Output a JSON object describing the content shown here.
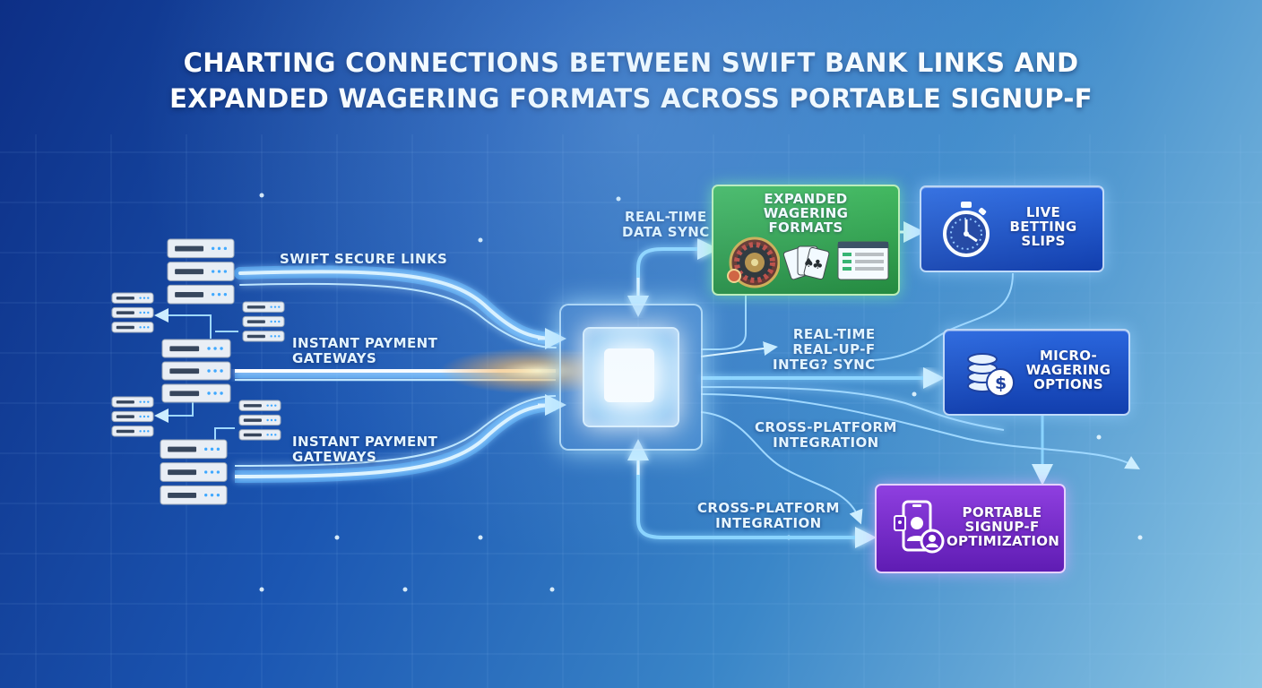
{
  "title": {
    "line1": "CHARTING CONNECTIONS BETWEEN SWIFT BANK LINKS AND",
    "line2": "EXPANDED WAGERING FORMATS ACROSS PORTABLE SIGNUP-F"
  },
  "labels": {
    "swift_secure_links": "SWIFT SECURE LINKS",
    "instant_payment_1": [
      "INSTANT PAYMENT",
      "GATEWAYS"
    ],
    "instant_payment_2": [
      "INSTANT PAYMENT",
      "GATEWAYS"
    ],
    "realtime_data_sync": [
      "REAL-TIME",
      "DATA SYNC"
    ],
    "realtime_integr_sync": [
      "REAL-TIME",
      "REAL-UP-F",
      "INTEG? SYNC"
    ],
    "cross_platform_1": [
      "CROSS-PLATFORM",
      "INTEGRATION"
    ],
    "cross_platform_2": [
      "CROSS-PLATFORM",
      "INTEGRATION"
    ]
  },
  "cards": {
    "expanded_wagering": [
      "EXPANDED",
      "WAGERING",
      "FORMATS"
    ],
    "live_betting": [
      "LIVE",
      "BETTING",
      "SLIPS"
    ],
    "micro_wagering": [
      "MICRO-",
      "WAGERING",
      "OPTIONS"
    ],
    "portable_signup": [
      "PORTABLE",
      "SIGNUP-F",
      "OPTIMIZATION"
    ]
  },
  "icons": {
    "expanded_wagering": [
      "roulette-wheel-icon",
      "playing-cards-icon",
      "betting-table-icon"
    ],
    "live_betting": "stopwatch-icon",
    "micro_wagering": "coin-stack-dollar-icon",
    "portable_signup": "mobile-user-icon",
    "servers": "server-rack-icon"
  },
  "colors": {
    "background_start": "#0d2f86",
    "background_end": "#8cc6e4",
    "stream": "#7fd0ff",
    "card_blue": "#1b4fc8",
    "card_green": "#22962f",
    "card_purple": "#7a2fd0"
  }
}
